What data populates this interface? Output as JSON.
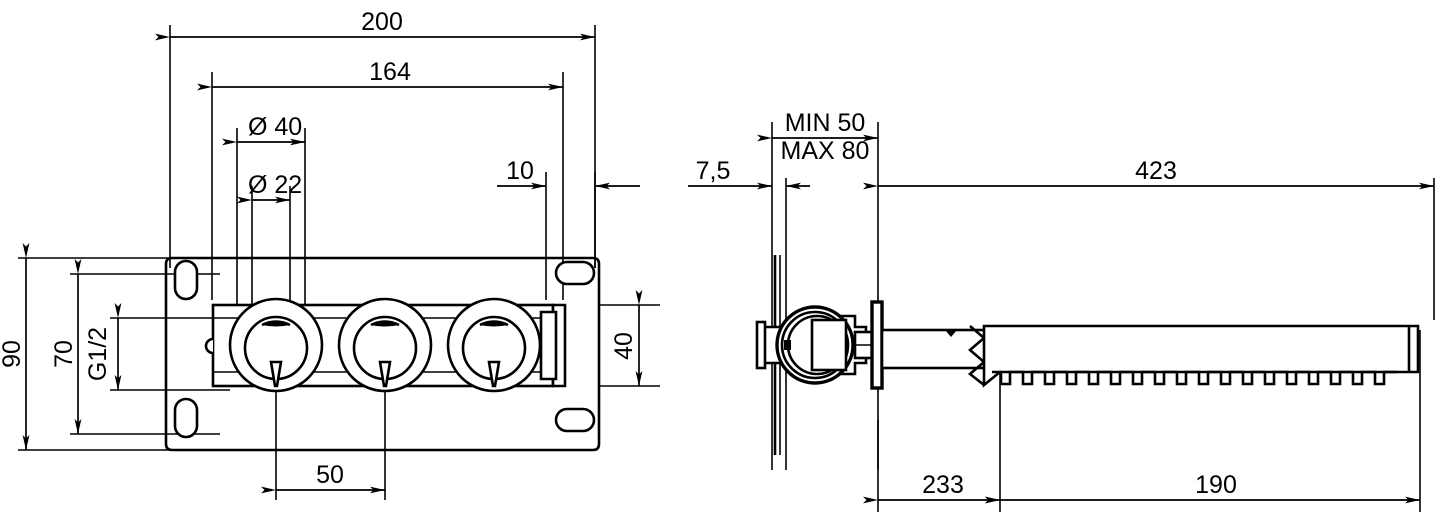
{
  "drawing": {
    "title": "Wall-mounted concealed mixer installation drawing",
    "units": "mm",
    "views": [
      {
        "name": "front-view",
        "label": ""
      },
      {
        "name": "side-view",
        "label": ""
      }
    ]
  },
  "dimensions": {
    "front": {
      "overall_width": "200",
      "mounting_width": "164",
      "rosette_outer_dia": "Ø 40",
      "rosette_inner_dia": "Ø 22",
      "flange_projection": "10",
      "overall_height": "90",
      "slot_center_height": "70",
      "thread_size": "G1/2",
      "body_height": "40",
      "outlet_spacing": "50"
    },
    "side": {
      "wall_thickness": "7,5",
      "depth_min": "MIN 50",
      "depth_max": "MAX 80",
      "total_projection": "423",
      "body_to_spout": "233",
      "spout_length": "190"
    }
  },
  "colors": {
    "line": "#000000",
    "background": "#ffffff"
  }
}
